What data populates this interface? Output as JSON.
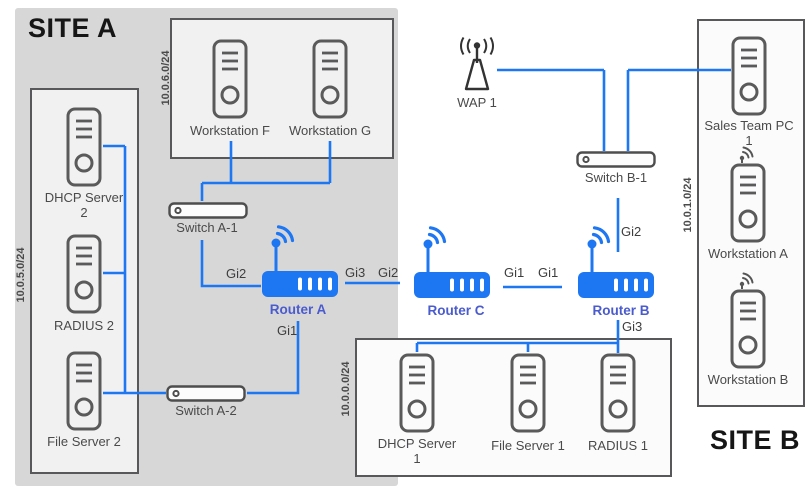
{
  "titles": {
    "site_a": "SITE A",
    "site_b": "SITE B"
  },
  "colors": {
    "link_blue": "#1d76f2",
    "router_body": "#1d76f2",
    "router_label": "#4a5bce",
    "site_a_background": "#d7d7d8",
    "box_border": "#58585a",
    "box_fill": "#f1f1f2",
    "label_text": "#4a4a4a"
  },
  "subnets": {
    "a_workstations": {
      "cidr": "10.0.6.0/24"
    },
    "a_servers": {
      "cidr": "10.0.5.0/24"
    },
    "core_servers": {
      "cidr": "10.0.0.0/24"
    },
    "site_b": {
      "cidr": "10.0.1.0/24"
    }
  },
  "devices": {
    "ws_f": {
      "label": "Workstation F"
    },
    "ws_g": {
      "label": "Workstation G"
    },
    "dhcp2": {
      "label": "DHCP Server",
      "label2": "2"
    },
    "radius2": {
      "label": "RADIUS 2"
    },
    "file2": {
      "label": "File Server 2"
    },
    "switch_a1": {
      "label": "Switch A-1"
    },
    "switch_a2": {
      "label": "Switch A-2"
    },
    "router_a": {
      "label": "Router A"
    },
    "router_c": {
      "label": "Router C"
    },
    "router_b": {
      "label": "Router B"
    },
    "wap1": {
      "label": "WAP 1"
    },
    "switch_b1": {
      "label": "Switch B-1"
    },
    "sales_pc": {
      "label": "Sales Team PC",
      "label2": "1"
    },
    "ws_a": {
      "label": "Workstation A"
    },
    "ws_b": {
      "label": "Workstation B"
    },
    "dhcp1": {
      "label": "DHCP Server",
      "label2": "1"
    },
    "file1": {
      "label": "File Server 1"
    },
    "radius1": {
      "label": "RADIUS 1"
    }
  },
  "ports": {
    "a1_gi2": "Gi2",
    "a_gi1": "Gi1",
    "a_gi3": "Gi3",
    "c_gi2": "Gi2",
    "c_gi1": "Gi1",
    "b_gi1": "Gi1",
    "b_gi2": "Gi2",
    "b_gi3": "Gi3"
  },
  "links": [
    {
      "from": "Workstation F",
      "to": "Switch A-1"
    },
    {
      "from": "Workstation G",
      "to": "Switch A-1"
    },
    {
      "from": "Switch A-1",
      "to": "Router A",
      "port": "Gi2"
    },
    {
      "from": "Router A",
      "to": "Switch A-2",
      "port": "Gi1"
    },
    {
      "from": "DHCP Server 2",
      "to": "Switch A-2"
    },
    {
      "from": "RADIUS 2",
      "to": "Switch A-2"
    },
    {
      "from": "File Server 2",
      "to": "Switch A-2"
    },
    {
      "from": "Router A",
      "to": "Router C",
      "ports": "Gi3-Gi2"
    },
    {
      "from": "Router C",
      "to": "Router B",
      "ports": "Gi1-Gi1"
    },
    {
      "from": "Switch B-1",
      "to": "Router B",
      "port": "Gi2"
    },
    {
      "from": "WAP 1",
      "to": "Switch B-1"
    },
    {
      "from": "Sales Team PC 1",
      "to": "Switch B-1"
    },
    {
      "from": "Router B",
      "to": "DHCP Server 1",
      "port": "Gi3"
    },
    {
      "from": "Router B",
      "to": "File Server 1",
      "port": "Gi3"
    },
    {
      "from": "Router B",
      "to": "RADIUS 1",
      "port": "Gi3"
    }
  ]
}
